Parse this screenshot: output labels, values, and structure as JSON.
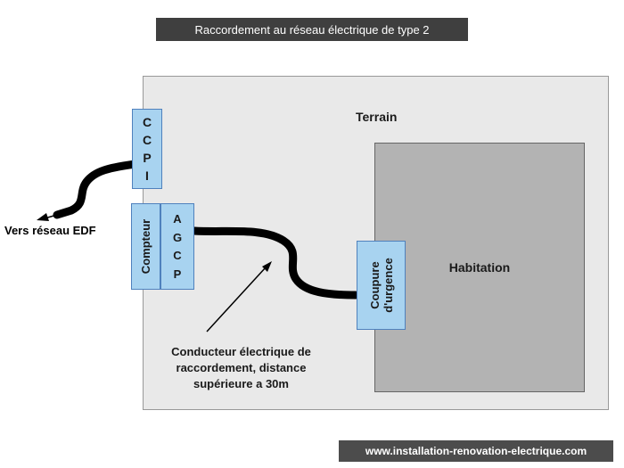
{
  "header": {
    "title": "Raccordement au réseau électrique de type 2"
  },
  "footer": {
    "url": "www.installation-renovation-electrique.com"
  },
  "labels": {
    "terrain": "Terrain",
    "habitation": "Habitation",
    "vers_reseau": "Vers réseau EDF",
    "note_line1": "Conducteur électrique de",
    "note_line2": "raccordement, distance",
    "note_line3": "supérieure a 30m"
  },
  "boxes": {
    "ccpi": {
      "letters": [
        "C",
        "C",
        "P",
        "I"
      ]
    },
    "compteur": {
      "label": "Compteur"
    },
    "agcp": {
      "letters": [
        "A",
        "G",
        "C",
        "P"
      ]
    },
    "coupure": {
      "line1": "Coupure",
      "line2": "d'urgence"
    }
  },
  "colors": {
    "banner_bg": "#3f3f3f",
    "footer_bg": "#4c4c4c",
    "terrain_fill": "#e9e9e9",
    "habitation_fill": "#b3b3b3",
    "box_fill": "#a8d3f0",
    "box_border": "#4f81bd",
    "cable": "#000000"
  }
}
